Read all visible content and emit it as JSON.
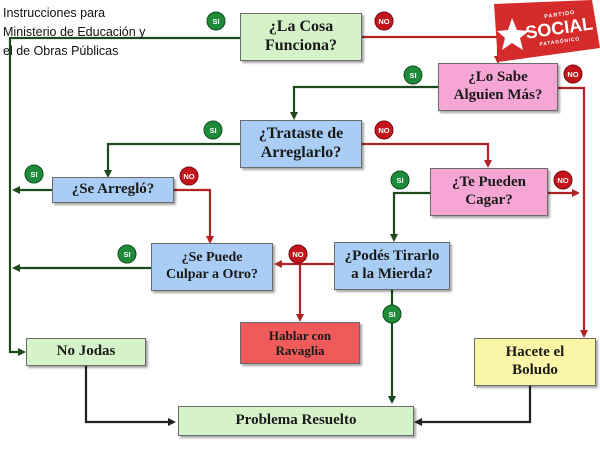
{
  "header": {
    "line1": "Instrucciones para",
    "line2": "Ministerio de Educación y",
    "line3": "el de Obras Públicas"
  },
  "logo": {
    "top_text": "PARTIDO",
    "main_text": "SOCIAL",
    "bottom_text": "PATAGÓNICO",
    "color": "#d62b2b"
  },
  "nodes": {
    "cosa_funciona": {
      "line1": "¿La Cosa",
      "line2": "Funciona?"
    },
    "lo_sabe": {
      "line1": "¿Lo Sabe",
      "line2": "Alguien Más?"
    },
    "trataste": {
      "line1": "¿Trataste de",
      "line2": "Arreglarlo?"
    },
    "se_arreglo": {
      "line1": "¿Se Arregló?"
    },
    "te_pueden": {
      "line1": "¿Te Pueden",
      "line2": "Cagar?"
    },
    "se_puede_culpar": {
      "line1": "¿Se Puede",
      "line2": "Culpar a Otro?"
    },
    "podes_tirarlo": {
      "line1": "¿Podés Tirarlo",
      "line2": "a la Mierda?"
    },
    "hablar_con": {
      "line1": "Hablar con",
      "line2": "Ravaglia"
    },
    "no_jodas": {
      "line1": "No Jodas"
    },
    "hacete": {
      "line1": "Hacete el",
      "line2": "Boludo"
    },
    "problema_resuelto": {
      "line1": "Problema Resuelto"
    }
  },
  "badges": {
    "yes": "SI",
    "no": "NO"
  },
  "colors": {
    "yes_badge": "#1f8a3a",
    "no_badge": "#c4151c",
    "yes_arrow": "#1d4a1d",
    "no_arrow": "#b02323",
    "neutral_arrow": "#222222",
    "green_box": "#d6f2c8",
    "pink_box": "#f5a6d4",
    "blue_box": "#a9cdf4",
    "red_box": "#ef5b5b",
    "yellow_box": "#fbf6a8"
  }
}
